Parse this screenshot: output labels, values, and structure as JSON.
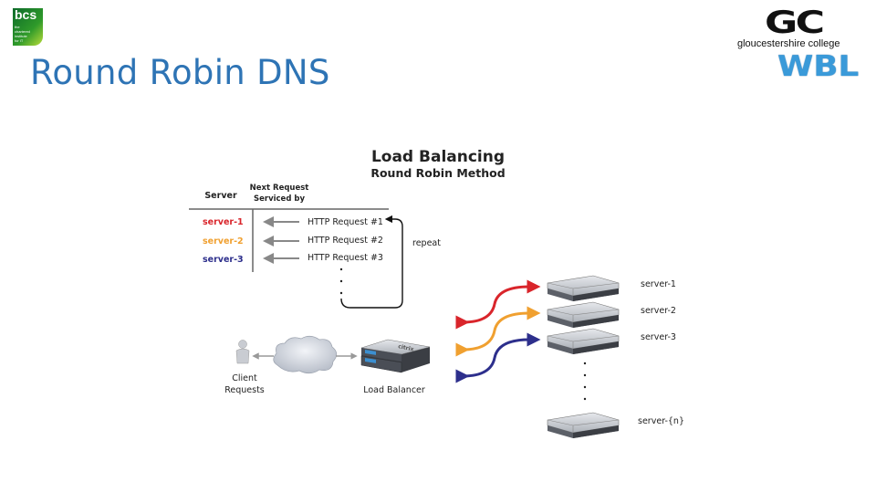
{
  "slide": {
    "title": "Round Robin DNS",
    "logos": {
      "left": "bcs The Chartered Institute for IT",
      "right_name": "gloucestershire college",
      "right_mark": "GC",
      "right_sub": "WBL"
    }
  },
  "diagram": {
    "title": "Load Balancing",
    "subtitle": "Round Robin Method",
    "table": {
      "col_server": "Server",
      "col_next_line1": "Next Request",
      "col_next_line2": "Serviced by",
      "rows": [
        {
          "server": "server-1",
          "request": "HTTP Request #1",
          "color": "#d9252b"
        },
        {
          "server": "server-2",
          "request": "HTTP Request #2",
          "color": "#f0a030"
        },
        {
          "server": "server-3",
          "request": "HTTP Request #3",
          "color": "#2d2f8c"
        }
      ],
      "repeat_label": "repeat"
    },
    "client_label_line1": "Client",
    "client_label_line2": "Requests",
    "load_balancer_label": "Load Balancer",
    "load_balancer_brand": "citrix",
    "servers": [
      "server-1",
      "server-2",
      "server-3",
      "server-{n}"
    ]
  }
}
